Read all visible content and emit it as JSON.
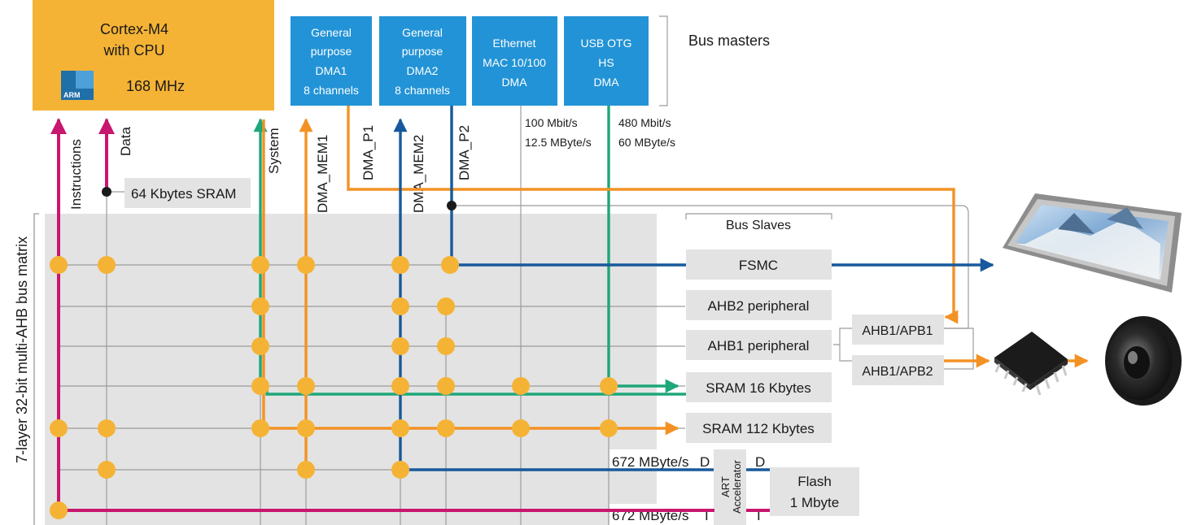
{
  "cpu": {
    "name": "Cortex-M4",
    "subname": "with CPU",
    "freq": "168 MHz",
    "logo": "ARM"
  },
  "masters": {
    "dma1": [
      "General",
      "purpose",
      "DMA1",
      "8 channels"
    ],
    "dma2": [
      "General",
      "purpose",
      "DMA2",
      "8 channels"
    ],
    "eth": [
      "Ethernet",
      "MAC 10/100",
      "DMA"
    ],
    "usb": [
      "USB OTG",
      "HS",
      "DMA"
    ],
    "group_label": "Bus masters"
  },
  "buses": {
    "instructions": "Instructions",
    "data": "Data",
    "system": "System",
    "dma_mem1": "DMA_MEM1",
    "dma_p1": "DMA_P1",
    "dma_mem2": "DMA_MEM2",
    "dma_p2": "DMA_P2"
  },
  "rates": {
    "eth_1": "100 Mbit/s",
    "eth_2": "12.5 MByte/s",
    "usb_1": "480 Mbit/s",
    "usb_2": "60 MByte/s",
    "flash_d": "672 MByte/s",
    "flash_i": "672 MByte/s"
  },
  "sram64": "64 Kbytes SRAM",
  "matrix_label": "7-layer 32-bit multi-AHB bus matrix",
  "slaves": {
    "group_label": "Bus Slaves",
    "fsmc": "FSMC",
    "ahb2": "AHB2 peripheral",
    "ahb1": "AHB1 peripheral",
    "sram16": "SRAM 16 Kbytes",
    "sram112": "SRAM 112 Kbytes"
  },
  "bridges": {
    "apb1": "AHB1/APB1",
    "apb2": "AHB1/APB2"
  },
  "art": {
    "line1": "ART",
    "line2": "Accelerator",
    "d": "D",
    "i": "I"
  },
  "dport": "D",
  "iport": "I",
  "flash": {
    "line1": "Flash",
    "line2": "1 Mbyte"
  },
  "colors": {
    "cpu": "#f5b335",
    "master": "#2293d6",
    "matrix": "#e3e3e3",
    "slave": "#e3e3e3",
    "dot": "#f5b335",
    "magenta": "#c8176e",
    "green": "#1ea779",
    "orange": "#f39224",
    "blue": "#17599c",
    "grid": "#9c9c9c"
  }
}
